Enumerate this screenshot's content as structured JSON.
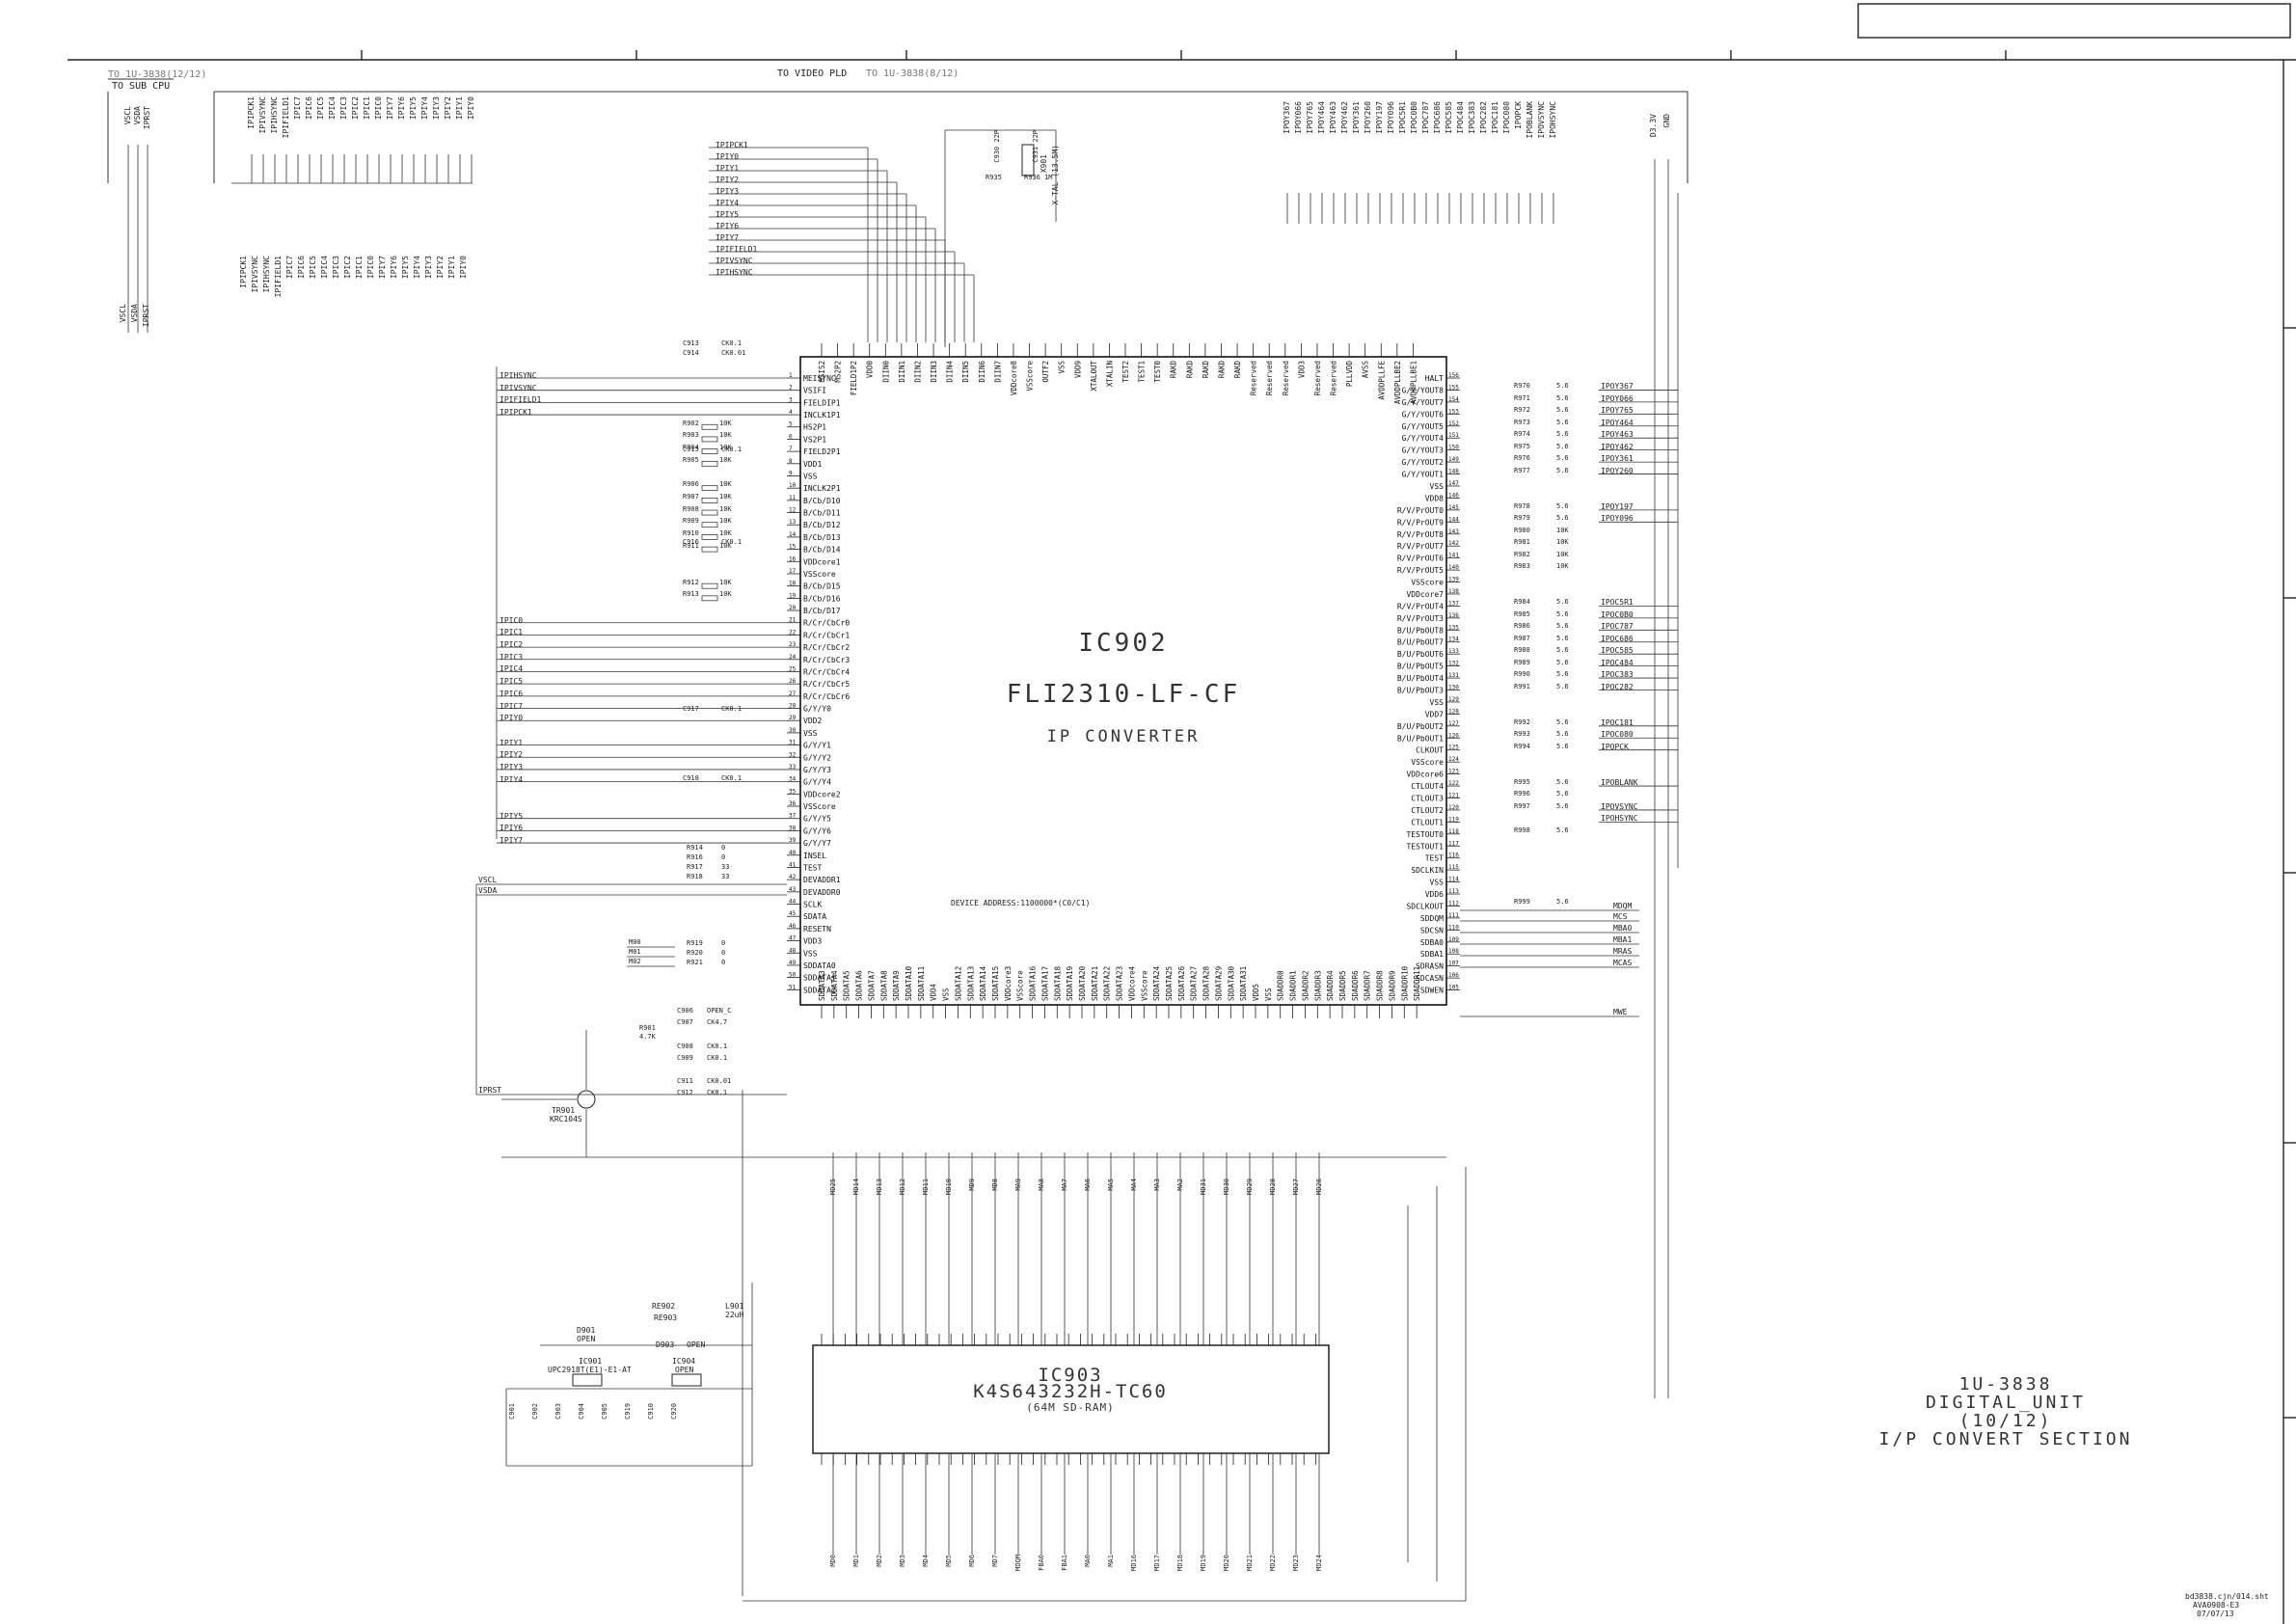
{
  "sheet": {
    "title_block_lines": [
      "1U-3838",
      "DIGITAL_UNIT",
      "(10/12)",
      "I/P CONVERT SECTION"
    ],
    "file_footer": [
      "bd3838.cjn/014.sht",
      "AVA0908-E3",
      "07/07/13"
    ]
  },
  "connectors": {
    "sub_cpu_ref": "TO 1U-3838(12/12)",
    "sub_cpu": "TO SUB CPU",
    "video_pld": "TO VIDEO PLD",
    "video_pld_ref": "TO 1U-3838(8/12)",
    "sub_cpu_signals": [
      "VSCL",
      "VSDA",
      "IPRST"
    ],
    "video_pld_signals": [
      "IPIPCK1",
      "IPIVSYNC",
      "IPIHSYNC",
      "IPIFIELD1",
      "IPIC7",
      "IPIC6",
      "IPIC5",
      "IPIC4",
      "IPIC3",
      "IPIC2",
      "IPIC1",
      "IPIC0",
      "IPIY7",
      "IPIY6",
      "IPIY5",
      "IPIY4",
      "IPIY3",
      "IPIY2",
      "IPIY1",
      "IPIY0"
    ],
    "right_bus_signals": [
      "IPOY367",
      "IPOY066",
      "IPOY765",
      "IPOY464",
      "IPOY463",
      "IPOY462",
      "IPOY361",
      "IPOY260",
      "IPOY197",
      "IPOY096",
      "IPOC5R1",
      "IPOC0B0",
      "IPOC787",
      "IPOC686",
      "IPOC585",
      "IPOC484",
      "IPOC383",
      "IPOC282",
      "IPOC181",
      "IPOC080",
      "IPOPCK",
      "IPOBLANK",
      "IPOVSYNC",
      "IPOHSYNC"
    ],
    "power_signals": [
      "D3.3V",
      "GND"
    ]
  },
  "ic902": {
    "ref": "IC902",
    "part": "FLI2310-LF-CF",
    "function": "IP CONVERTER",
    "device_address": "DEVICE ADDRESS:1100000*(C0/C1)",
    "left_pins": [
      "MEISYNC",
      "VSIFI",
      "FIELDIP1",
      "INCLK1P1",
      "HS2P1",
      "VS2P1",
      "FIELD2P1",
      "VDD1",
      "VSS",
      "INCLK2P1",
      "B/Cb/D10",
      "B/Cb/D11",
      "B/Cb/D12",
      "B/Cb/D13",
      "B/Cb/D14",
      "VDDcore1",
      "VSScore",
      "B/Cb/D15",
      "B/Cb/D16",
      "B/Cb/D17",
      "R/Cr/CbCr0",
      "R/Cr/CbCr1",
      "R/Cr/CbCr2",
      "R/Cr/CbCr3",
      "R/Cr/CbCr4",
      "R/Cr/CbCr5",
      "R/Cr/CbCr6",
      "G/Y/Y0",
      "VDD2",
      "VSS",
      "G/Y/Y1",
      "G/Y/Y2",
      "G/Y/Y3",
      "G/Y/Y4",
      "VDDcore2",
      "VSScore",
      "G/Y/Y5",
      "G/Y/Y6",
      "G/Y/Y7",
      "INSEL",
      "TEST",
      "DEVADDR1",
      "DEVADDR0",
      "SCLK",
      "SDATA",
      "RESETN",
      "VDD3",
      "VSS",
      "SDDATA0",
      "SDDATA1",
      "SDDATA2"
    ],
    "right_pins": [
      "HALT",
      "G/Y/YOUT8",
      "G/Y/YOUT7",
      "G/Y/YOUT6",
      "G/Y/YOUT5",
      "G/Y/YOUT4",
      "G/Y/YOUT3",
      "G/Y/YOUT2",
      "G/Y/YOUT1",
      "VSS",
      "VDD8",
      "R/V/PrOUT0",
      "R/V/PrOUT9",
      "R/V/PrOUT8",
      "R/V/PrOUT7",
      "R/V/PrOUT6",
      "R/V/PrOUT5",
      "VSScore",
      "VDDcore7",
      "R/V/PrOUT4",
      "R/V/PrOUT3",
      "B/U/PbOUT8",
      "B/U/PbOUT7",
      "B/U/PbOUT6",
      "B/U/PbOUT5",
      "B/U/PbOUT4",
      "B/U/PbOUT3",
      "VSS",
      "VDD7",
      "B/U/PbOUT2",
      "B/U/PbOUT1",
      "CLKOUT",
      "VSScore",
      "VDDcore6",
      "CTLOUT4",
      "CTLOUT3",
      "CTLOUT2",
      "CTLOUT1",
      "TESTOUT0",
      "TESTOUT1",
      "TEST",
      "SDCLKIN",
      "VSS",
      "VDD6",
      "SDCLKOUT",
      "SDDQM",
      "SDCSN",
      "SDBA0",
      "SDBA1",
      "SDRASN",
      "SDCASN",
      "SDWEN"
    ],
    "top_pins": [
      "HSIS2",
      "MS2P2",
      "FIELD1P2",
      "VDD0",
      "DIIN0",
      "DIIN1",
      "DIIN2",
      "DIIN3",
      "DIIN4",
      "DIIN5",
      "DIIN6",
      "DIIN7",
      "VDDcore8",
      "VSScore",
      "OUTF2",
      "VSS",
      "VDD9",
      "XTALOUT",
      "XTALIN",
      "TEST2",
      "TEST1",
      "TEST0",
      "RAKD",
      "RAKD",
      "RAKD",
      "RAKD",
      "RAKD",
      "Reserved",
      "Reserved",
      "Reserved",
      "VDD3",
      "Reserved",
      "Reserved",
      "PLLVDD",
      "AVSS",
      "AVDDPLLFE",
      "AVDDPLLBE2",
      "AVDDPLLBE1"
    ],
    "bottom_pins": [
      "SDDATA3",
      "SDDATA4",
      "SDDATA5",
      "SDDATA6",
      "SDDATA7",
      "SDDATA8",
      "SDDATA9",
      "SDDATA10",
      "SDDATA11",
      "VDD4",
      "VSS",
      "SDDATA12",
      "SDDATA13",
      "SDDATA14",
      "SDDATA15",
      "VDDcore3",
      "VSScore",
      "SDDATA16",
      "SDDATA17",
      "SDDATA18",
      "SDDATA19",
      "SDDATA20",
      "SDDATA21",
      "SDDATA22",
      "SDDATA23",
      "VDDcore4",
      "VSScore",
      "SDDATA24",
      "SDDATA25",
      "SDDATA26",
      "SDDATA27",
      "SDDATA28",
      "SDDATA29",
      "SDDATA30",
      "SDDATA31",
      "VDD5",
      "VSS",
      "SDADDR0",
      "SDADDR1",
      "SDADDR2",
      "SDADDR3",
      "SDADDR4",
      "SDADDR5",
      "SDADDR6",
      "SDADDR7",
      "SDADDR8",
      "SDADDR9",
      "SDADDR10",
      "SDADDR11"
    ]
  },
  "ic903": {
    "ref": "IC903",
    "part": "K4S643232H-TC60",
    "function": "(64M SD-RAM)"
  },
  "components": {
    "left_resistors": [
      "R902",
      "R903",
      "R904",
      "R905",
      "R906",
      "R907",
      "R908",
      "R909",
      "R910",
      "R911",
      "R912",
      "R913"
    ],
    "left_res_value": "10K",
    "left_caps": [
      "C913",
      "C914",
      "C915",
      "C916",
      "C917",
      "C918"
    ],
    "cap_value": "CK0.1",
    "cap_value_alt": "CK0.01",
    "misc_resistors": [
      {
        "ref": "R914",
        "value": "0"
      },
      {
        "ref": "R916",
        "value": "0"
      },
      {
        "ref": "R917",
        "value": "33"
      },
      {
        "ref": "R918",
        "value": "33"
      },
      {
        "ref": "R919",
        "value": "0"
      },
      {
        "ref": "R920",
        "value": "0"
      },
      {
        "ref": "R921",
        "value": "0"
      },
      {
        "ref": "R901",
        "value": "4.7K"
      }
    ],
    "mode_labels": [
      "M00",
      "M01",
      "M02"
    ],
    "transistor": "TR901",
    "transistor_part": "KRC104S",
    "left_bus_labels": [
      "VSCL",
      "VSDA",
      "IPRST"
    ],
    "out_resistors": [
      "R970",
      "R971",
      "R972",
      "R973",
      "R974",
      "R975",
      "R976",
      "R977",
      "R978",
      "R979",
      "R980",
      "R981",
      "R982",
      "R983",
      "R984",
      "R985",
      "R986",
      "R987",
      "R988",
      "R989",
      "R990",
      "R991",
      "R992",
      "R993",
      "R994",
      "R995",
      "R996",
      "R997",
      "R998",
      "R999"
    ],
    "out_res_value": "5.6",
    "out_res_alt": "10K",
    "sd_ctrl": [
      "MDQM",
      "MCS",
      "MBA0",
      "MBA1",
      "MRAS",
      "MCAS",
      "MWE"
    ],
    "crystal": "X901",
    "crystal_value": "X-TAL (13.5M)",
    "crystal_caps": [
      "C930",
      "C931"
    ],
    "crystal_cap_value": "22P",
    "crystal_res": [
      "R935",
      "R936"
    ],
    "crystal_res_value": "1M",
    "regulator": "IC901",
    "regulator_part": "UPC2918T(E1)-E1-AT",
    "regulator2": "IC904",
    "regulator2_val": "OPEN",
    "diodes": [
      "D901",
      "D903"
    ],
    "diode_val": "OPEN",
    "inductor": "L901",
    "inductor_val": "22uH",
    "reg_res": [
      "RE902",
      "RE903"
    ],
    "mem_addr_top": [
      "MD25",
      "MD14",
      "MD13",
      "MD12",
      "MD11",
      "MD10",
      "MD9",
      "MD8",
      "MA9",
      "MA8",
      "MA7",
      "MA6",
      "MA5",
      "MA4",
      "MA3",
      "MA2",
      "MD31",
      "MD30",
      "MD29",
      "MD28",
      "MD27",
      "MD26"
    ],
    "mem_addr_bottom": [
      "MD0",
      "MD1",
      "MD2",
      "MD3",
      "MD4",
      "MD5",
      "MD6",
      "MD7",
      "MDQM",
      "FBA0",
      "FBA1",
      "MA0",
      "MA1",
      "MD16",
      "MD17",
      "MD18",
      "MD19",
      "MD20",
      "MD21",
      "MD22",
      "MD23",
      "MD24"
    ]
  }
}
